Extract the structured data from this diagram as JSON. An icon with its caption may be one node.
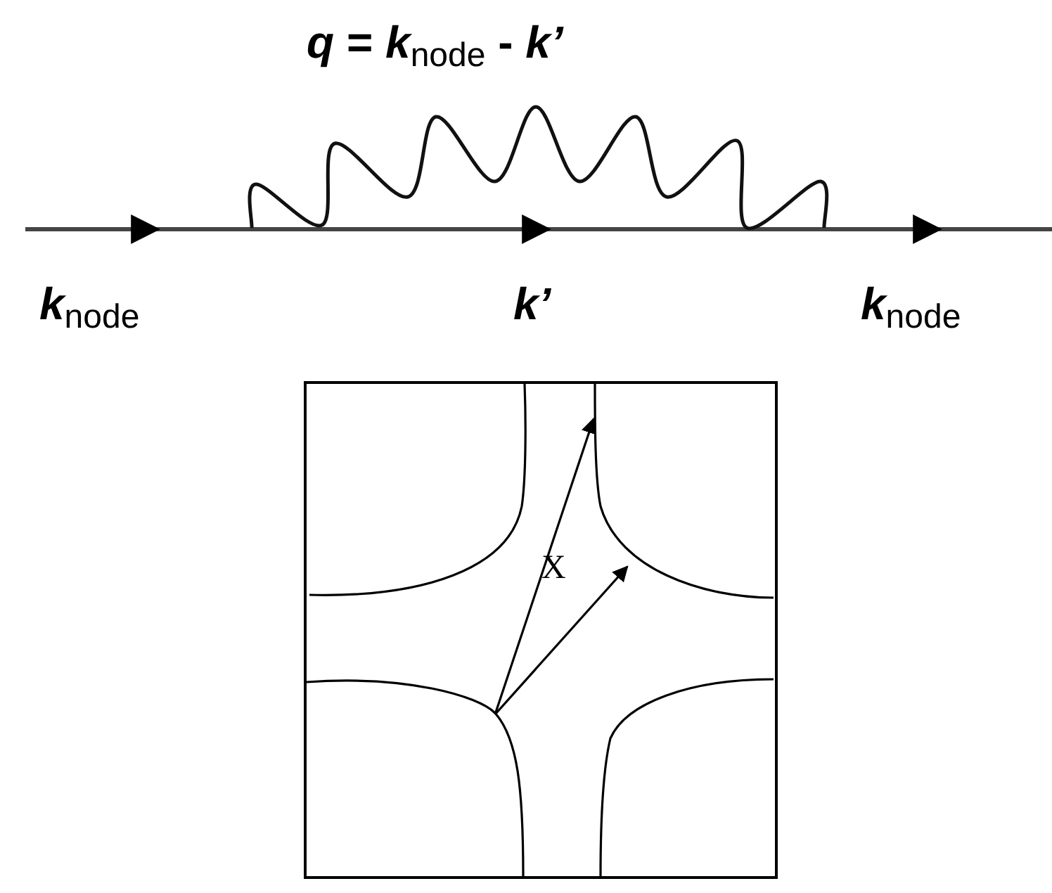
{
  "diagram": {
    "labels": [
      "*q* = *k*$_{node}$ - *k’*",
      "*k*$_{node}$",
      "*k’*",
      "*k*$_{node}$",
      "X"
    ]
  }
}
